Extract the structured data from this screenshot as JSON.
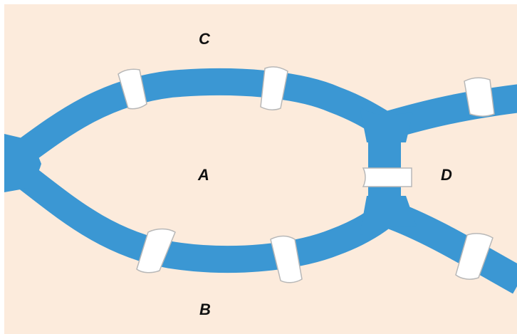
{
  "figure": {
    "colors": {
      "land": "#fcebdc",
      "river": "#3b97d3",
      "bridge_fill": "#ffffff",
      "bridge_edge": "#b8b8b8"
    },
    "regions": {
      "a": "A",
      "b": "B",
      "c": "C",
      "d": "D"
    },
    "bridge_count": 7
  }
}
